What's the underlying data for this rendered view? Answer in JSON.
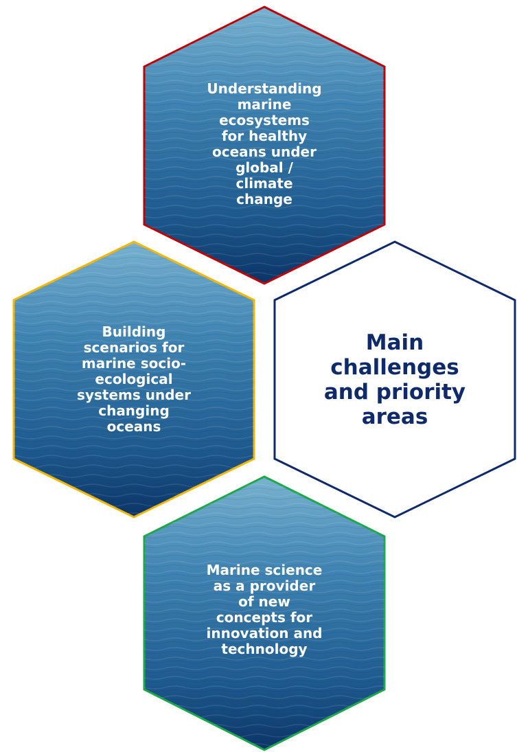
{
  "diagram": {
    "hexagons": [
      {
        "id": "top",
        "label": "Understanding\nmarine\necosystems\nfor healthy\noceans under\nglobal /\nclimate\nchange",
        "border_color": "#c00000",
        "fill": "ocean"
      },
      {
        "id": "left",
        "label": "Building\nscenarios for\nmarine socio-\necological\nsystems under\nchanging\noceans",
        "border_color": "#f2b705",
        "fill": "ocean"
      },
      {
        "id": "center",
        "label": "Main\nchallenges\nand priority\nareas",
        "border_color": "#0e2a6b",
        "fill": "#ffffff",
        "text_color": "#0e2a6b"
      },
      {
        "id": "bottom",
        "label": "Marine science\nas a provider\nof new\nconcepts for\ninnovation and\ntechnology",
        "border_color": "#1ea84a",
        "fill": "ocean"
      }
    ],
    "colors": {
      "ocean_light": "#6fa9c9",
      "ocean_mid": "#2f6f9f",
      "ocean_dark": "#0d3a6e",
      "text_light": "#ffffff",
      "text_dark": "#0e2a6b"
    }
  }
}
